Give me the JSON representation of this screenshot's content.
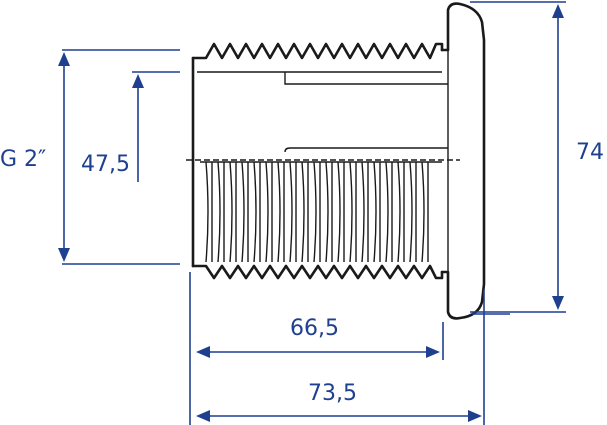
{
  "colors": {
    "dimension": "#1f3f8f",
    "outline": "#1a1a1a",
    "background": "#ffffff"
  },
  "dimensions": {
    "thread": "G 2″",
    "bore": "47,5",
    "flange_diameter": "74",
    "thread_length": "66,5",
    "overall_length": "73,5"
  }
}
